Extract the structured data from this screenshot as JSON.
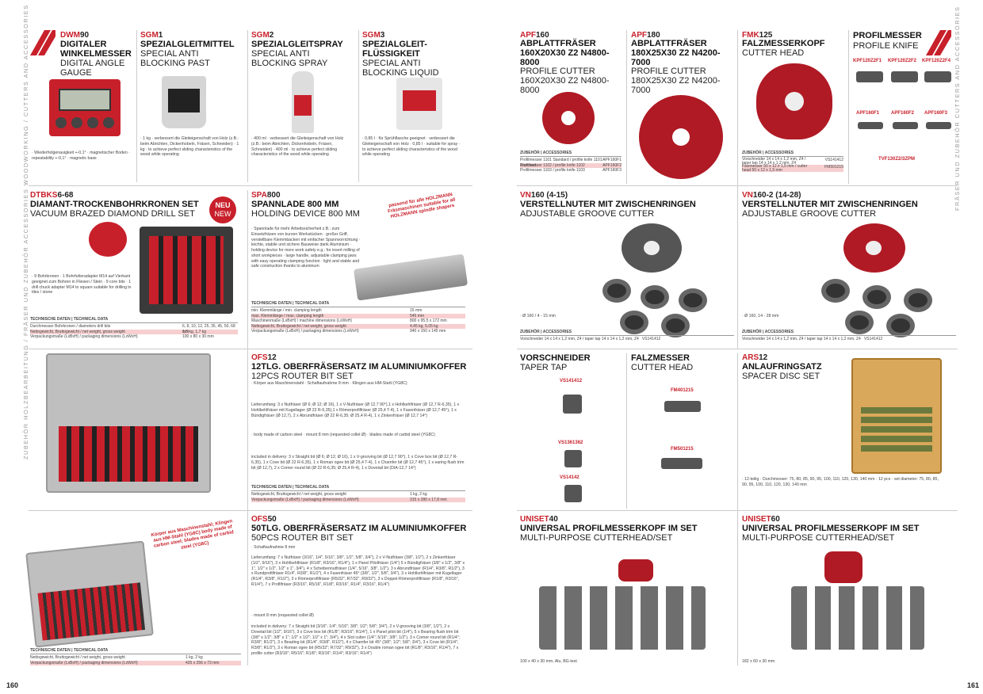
{
  "pages": {
    "left": "160",
    "right": "161"
  },
  "side_left": "ZUBEHÖR HOLZBEARBEITUNG / FRÄSER UND ZUBEHÖR  ACCESSORIES WOODWORKING / CUTTERS AND ACCESSORIES",
  "side_right": "FRÄSER UND ZUBEHÖR  CUTTERS AND ACCESSORIES",
  "dwm90": {
    "code_a": "DWM",
    "code_b": "90",
    "title": "DIGITALER WINKELMESSER",
    "sub": "DIGITAL ANGLE GAUGE",
    "bullets": "· Wiederholgenauigkeit +-0,1° · magnetischer Boden · repeatability +-0,1° · magnetic base"
  },
  "sgm1": {
    "code_a": "SGM",
    "code_b": "1",
    "title": "SPEZIALGLEITMITTEL",
    "sub": "SPECIAL ANTI BLOCKING PAST",
    "bullets": "· 1 kg · verbessert die Gleiteigenschaft von Holz (z.B.: beim Abrichten, Dickenhobeln, Fräsen, Schneiden) · 1 kg · to achieve perfect sliding characteristics of the wood while operating"
  },
  "sgm2": {
    "code_a": "SGM",
    "code_b": "2",
    "title": "SPEZIALGLEITSPRAY",
    "sub": "SPECIAL ANTI BLOCKING SPRAY",
    "bullets": "· 400 ml · verbessert die Gleiteigenschaft von Holz (z.B.: beim Abrichten, Dickenhobeln, Fräsen, Schneiden) · 400 ml · to achieve perfect sliding characteristics of the wood while operating"
  },
  "sgm3": {
    "code_a": "SGM",
    "code_b": "3",
    "title": "SPEZIALGLEIT-FLÜSSIGKEIT",
    "sub": "SPECIAL ANTI BLOCKING LIQUID",
    "bullets": "· 0,85 l · für Sprühflasche geeignet · verbessert die Gleiteigenschaft von Holz · 0,85 l · suitable for spray · to achieve perfect sliding characteristics of the wood while operating"
  },
  "dtbks": {
    "code_a": "DTBKS",
    "code_b": "6-68",
    "title": "DIAMANT-TROCKENBOHRKRONEN SET",
    "sub": "VACUUM BRAZED DIAMOND DRILL SET",
    "neu": "NEU",
    "new": "NEW",
    "bullets": "· 9 Bohrkronen · 1 Bohrfutteradapter M14 auf Vierkant geeignet zum Bohren in Fliesen / Stein · 9 core bits · 1 drill chuck adapter M14 to square suitable for drilling in tiles / stone",
    "table_head": "TECHNISCHE DATEN | TECHNICAL DATA",
    "rows": [
      {
        "k": "Durchmesser Bohrkronen / diameters drill bits",
        "v": "6, 8, 10, 12, 25, 35, 45, 50, 68 mm"
      },
      {
        "k": "Nettogewicht, Bruttogewicht / net weight, gross weight",
        "v": "1,6 kg, 1,7 kg"
      },
      {
        "k": "Verpackungsmaße (LxBxH) / packaging dimensions (LxWxH)",
        "v": "100 x 80 x 30 mm"
      }
    ]
  },
  "spa800": {
    "code_a": "SPA",
    "code_b": "800",
    "title": "SPANNLADE 800 MM",
    "sub": "HOLDING DEVICE 800 MM",
    "note": "passend für alle HOLZMANN Fräsmaschinen suitable for all HOLZMANN spindle shapers",
    "bullets": "· Spannlade für mehr Arbeitssicherheit z.B.: zum Einsetzfräsen von kurzen Werkstücken · großer Griff, verstellbare Klemmbacken mit einfacher Spannvorrichtung · leichte, stabile und sichere Bauweise dank Aluminium · holding device for more work safety e.g.: for insert milling of short workpieces · large handle, adjustable clamping jaws with easy operating clamping function · light and stable and safe construction thanks to aluminum",
    "table_head": "TECHNISCHE DATEN | TECHNICAL DATA",
    "rows": [
      {
        "k": "min. Klemmlänge / min. clamping length",
        "v": "15 mm"
      },
      {
        "k": "max. Klemmlänge / max. clamping length",
        "v": "545 mm"
      },
      {
        "k": "Maschinenmaße (LxBxH) / machine dimensions (LxWxH)",
        "v": "800 x 95,5 x 172 mm"
      },
      {
        "k": "Nettogewicht, Bruttogewicht / net weight, gross weight",
        "v": "4,45 kg, 5,05 kg"
      },
      {
        "k": "Verpackungsmaße (LxBxH) / packaging dimensions (LxWxH)",
        "v": "940 x 150 x 145 mm"
      }
    ]
  },
  "ofs12": {
    "code_a": "OFS",
    "code_b": "12",
    "title": "12TLG. OBERFRÄSERSATZ IM ALUMINIUMKOFFER",
    "sub": "12PCS ROUTER BIT SET",
    "bullets1": "· Körper aus Maschinenstahl · Schaftaufnahme 8 mm · Klingen aus HM-Stahl (YG8C)",
    "lief": "Lieferumfang: 3 x Nutfräser (Ø 6; Ø 12; Ø 16), 1 x V-Nutfräser (Ø 12,7 90°),1 x Hohlkehlfräser (Ø 12,7 R-6,35), 1 x Hohlkehlfräser mit Kugellager (Ø 22 R-6,35),1 x Römerprofilfräser (Ø 25,4 T-4), 1 x Fasenfräser (Ø 12,7 45°), 1 x Bündigfräser (Ø 12,7), 2 x Abrundfräser (Ø 22 R-6,35; Ø 25,4 R-4), 1 x Zinkenfräser (Ø 12,7 14°)",
    "bullets2": "· body made of carbon steel · mount 8 mm (requested collet Ø) · blades made of carbid steel (YG8C)",
    "incl": "included in delivery: 3 x Straight bit (Ø 6; Ø 12; Ø 16), 1 x V-grooving bit (Ø 12,7 90°), 1 x Cove box bit (Ø 12,7 R-6,35), 1 x Cove bit (Ø 22 R-6,35), 1 x Roman ogee bit (Ø 25,4 T-4), 1 x Chamfer bit (Ø 12,7 45°), 1 x earing flush trim bit (Ø 12,7), 2 x Corner round bit (Ø 22 R-6,35; Ø 25,4 R-4), 1 x Dovetail bit (DIA-12,7 14°)",
    "table_head": "TECHNISCHE DATEN | TECHNICAL DATA",
    "rows": [
      {
        "k": "Nettogewicht, Bruttogewicht / net weight, gross weight",
        "v": "1 kg, 2 kg"
      },
      {
        "k": "Verpackungsmaße (LxBxH) / packaging dimensions (LxWxH)",
        "v": "315 x 280 x 17,8 mm"
      }
    ]
  },
  "ofs50": {
    "code_a": "OFS",
    "code_b": "50",
    "title": "50TLG. OBERFRÄSERSATZ IM ALUMINIUMKOFFER",
    "sub": "50PCS ROUTER BIT SET",
    "note": "Körper aus Maschinenstahl; Klingen aus HM-Stahl (YG8C) body made of carbon steel; blades made of carbid steel (YG8C)",
    "b1": "· Schaftaufnahme 8 mm",
    "lief": "Lieferumfang: 7 x Nutfräser (3/16\", 1/4\", 5/16\", 3/8\", 1/2\", 5/8\", 3/4\"), 2 x V-Nutfräser (3/8\", 1/2\"), 2 x Zinkenfräser (1/2\", 9/16\"), 3 x Hohlkehlfräser (R1/8\", R3/16\", R1/4\"), 1 x Panel Pilotfräser (1/4\") 5 x Bündigfräser (3/8\" x 1/2\", 3/8\" x 1\", 1/2\" x 1/2\", 1/2\" x 1\", 3/4\"), 4 x Scheibennutfräser (1/4\", 5/16\", 3/8\", 1/2\"), 3 x Abrundfräser (R1/4\", R3/8\", R1/2\"), 3 x Rundprofilfräser R1/4\", R3/8\", R1/2\"), 4 x Fasenfräser 45° (3/8\", 1/2\", 5/8\", 3/4\"), 3 x Hohlkehlfräser mit Kugellager (R1/4\", R3/8\", R1/2\"), 3 x Römerprofilfräser (R5/32\", R7/32\", R9/32\"), 3 x Doppel-Römerprofilfräser (R1/8\", R3/16\", R1/4\"), 7 x Profilfräser (R3/16\", R5/16\", R1/8\", R3/16\", R1/4\", R3/16\", R1/4\")",
    "b2": "· mount 8 mm (requested collet Ø)",
    "incl": "included in delivery: 7 x Straight bit (3/16\"; 1/4\"; 5/16\"; 3/8\"; 1/2\"; 5/8\"; 3/4\"), 2 x V-grooving bit (3/8\", 1/2\"), 2 x Dovetail bit (1/2\", 9/16\"), 3 x Cove box bit (R1/8\"; R3/16\"; R1/4\"), 1 x Panel pilot bit (1/4\"), 5 x Bearing flush trim bit (3/8\" x 1/2\"; 3/8\" x 1\"; 1/2\" x 1/2\"; 1/2\" x 1\"; 3/4\"), 4 x Slot cutter (1/4\"; 5/16\"; 3/8\"; 1/2\"), 3 x Corner round bit (R1/4\"; R3/8\"; R1/2\"), 3 x Beading bit (R1/4\", R3/8\", R1/2\"), 4 x Chamfer bit 45° (3/8\"; 1/2\"; 5/8\"; 3/4\"), 3 x Cove bit (R1/4\"; R3/8\"; R1/2\"), 3 x Roman ogee bit (R5/32\"; R7/32\"; R9/32\"), 3 x Double roman ogee bit (R1/8\"; R3/16\"; R1/4\"), 7 x profile cutter (R3/16\"; R5/16\"; R1/8\"; R3/16\"; R1/4\"; R3/16\"; R1/4\")",
    "table_head": "TECHNISCHE DATEN | TECHNICAL DATA",
    "rows": [
      {
        "k": "Nettogewicht, Bruttogewicht / net weight, gross weight",
        "v": "1 kg, 2 kg"
      },
      {
        "k": "Verpackungsmaße (LxBxH) / packaging dimensions (LxWxH)",
        "v": "425 x 256 x 73 mm"
      }
    ]
  },
  "apf160": {
    "code_a": "APF",
    "code_b": "160",
    "title": "ABPLATTFRÄSER 160X20X30 Z2 N4800-8000",
    "sub": "PROFILE CUTTER 160X20X30 Z2 N4800-8000",
    "acc_head": "ZUBEHÖR | ACCESSORIES",
    "rows": [
      {
        "k": "Profilmesser 1101 Standard / profile knife 1101 Standard",
        "v": "APF160F1"
      },
      {
        "k": "Profilmesser 1102 / profile knife 1102",
        "v": "APF160F2"
      },
      {
        "k": "Profilmesser 1103 / profile knife 1103",
        "v": "APF160F3"
      }
    ]
  },
  "apf180": {
    "code_a": "APF",
    "code_b": "180",
    "title": "ABPLATTFRÄSER 180X25X30 Z2 N4200-7000",
    "sub": "PROFILE CUTTER 180X25X30 Z2 N4200-7000"
  },
  "fmk125": {
    "code_a": "FMK",
    "code_b": "125",
    "title": "FALZMESSERKOPF",
    "sub": "CUTTER HEAD",
    "acc_head": "ZUBEHÖR | ACCESSORIES",
    "rows": [
      {
        "k": "Vorschneider 14 x 14 x 1,2 mm, Z4 / taper tap 14 x 14 x 1,2 mm, Z4",
        "v": "VS141412"
      },
      {
        "k": "Falzmesser 50 x 12 x 1,5 mm / cutter head 50 x 12 x 1,5 mm",
        "v": "FM501215"
      }
    ]
  },
  "profil": {
    "title": "PROFILMESSER",
    "sub": "PROFILE KNIFE",
    "codes1": [
      "KPF120Z2F1",
      "KPF120Z2F2",
      "KPF120Z2F4"
    ],
    "codes2": [
      "APF160F1",
      "APF160F2",
      "APF160F3"
    ],
    "code3": "TVF130Z2/3ZPM"
  },
  "vn160a": {
    "code_a": "VN",
    "code_b": "160 (4-15)",
    "title": "VERSTELLNUTER MIT ZWISCHENRINGEN",
    "sub": "ADJUSTABLE GROOVE CUTTER",
    "bullet": "· Ø 160 / 4 - 15 mm",
    "acc_head": "ZUBEHÖR | ACCESSORIES",
    "acc_row": "Vorschneider 14 x 14 x 1,2 mm, Z4 / taper tap 14 x 14 x 1,2 mm, Z4",
    "acc_code": "VS141412"
  },
  "vn160b": {
    "code_a": "VN",
    "code_b": "160-2 (14-28)",
    "title": "VERSTELLNUTER MIT ZWISCHENRINGEN",
    "sub": "ADJUSTABLE GROOVE CUTTER",
    "bullet": "· Ø 160, 14 - 28 mm",
    "acc_head": "ZUBEHÖR | ACCESSORIES",
    "acc_row": "Vorschneider 14 x 14 x 1,2 mm, Z4 / taper tap 14 x 14 x 1,2 mm, Z4",
    "acc_code": "VS141412"
  },
  "vorsch": {
    "title": "VORSCHNEIDER",
    "sub": "TAPER TAP",
    "codes": [
      "VS141412",
      "VS1361362",
      "VS14142"
    ]
  },
  "falzm": {
    "title": "FALZMESSER",
    "sub": "CUTTER HEAD",
    "codes": [
      "FM401215",
      "FM501215"
    ]
  },
  "ars12": {
    "code_a": "ARS",
    "code_b": "12",
    "title": "ANLAUFRINGSATZ",
    "sub": "SPACER DISC SET",
    "bullets": "· 12-teilig · Durchmesser: 75, 80, 85, 90, 95, 100, 110, 120, 130, 140 mm · 12 pcs · set diameter: 75, 80, 85, 90, 95, 100, 110, 120, 130, 140 mm"
  },
  "uniset40": {
    "code_a": "UNISET",
    "code_b": "40",
    "title": "UNIVERSAL PROFILMESSERKOPF IM SET",
    "sub": "MULTI-PURPOSE CUTTERHEAD/SET",
    "spec": "100 x 40 x 30 mm, Alu, BG-test"
  },
  "uniset60": {
    "code_a": "UNISET",
    "code_b": "60",
    "title": "UNIVERSAL PROFILMESSERKOPF IM SET",
    "sub": "MULTI-PURPOSE CUTTERHEAD/SET",
    "spec": "182 x 60 x 30 mm"
  },
  "colors": {
    "accent": "#c8202b",
    "pink_row": "#f7cfd0"
  }
}
